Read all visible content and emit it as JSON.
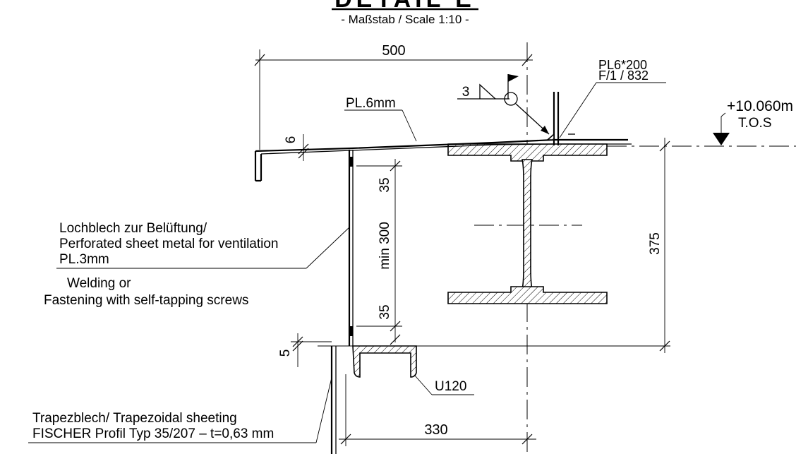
{
  "title": "DETAIL E",
  "scale": "- Maßstab / Scale  1:10 -",
  "dimensions": {
    "top_width": "500",
    "plate_thickness": "6",
    "upper_gap": "35",
    "opening": "min 300",
    "lower_gap": "35",
    "beam_height": "375",
    "offset": "5",
    "bottom_width": "330"
  },
  "labels": {
    "plate_top": "PL.6mm",
    "plate_ref_1": "PL6*200",
    "plate_ref_2": "F/1  /  832",
    "weld_size": "3",
    "elevation": "+10.060m",
    "tos": "T.O.S",
    "perforated_1": "Lochblech zur Belüftung/",
    "perforated_2": "Perforated sheet metal for ventilation",
    "perforated_3": "PL.3mm",
    "welding_1": "Welding or",
    "welding_2": "Fastening with self-tapping screws",
    "channel": "U120",
    "sheeting_1": "Trapezblech/ Trapezoidal sheeting",
    "sheeting_2": "FISCHER Profil Typ 35/207 – t=0,63 mm"
  }
}
